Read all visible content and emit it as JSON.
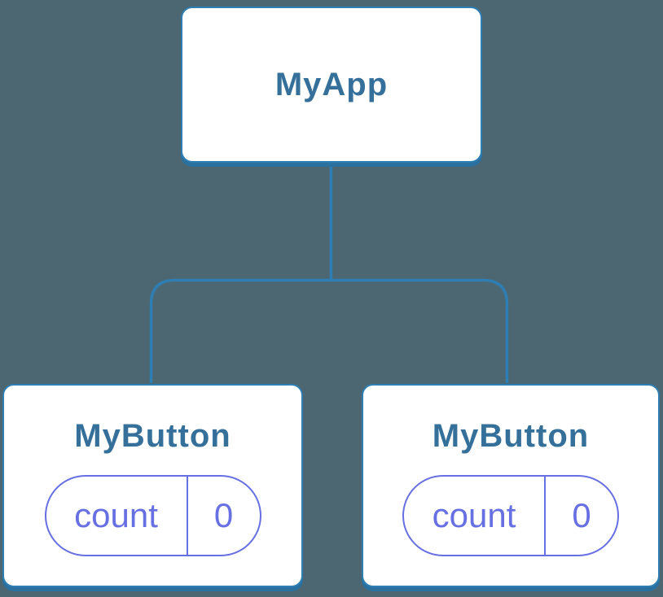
{
  "diagram": {
    "root": {
      "label": "MyApp"
    },
    "children": [
      {
        "label": "MyButton",
        "state": {
          "key": "count",
          "value": "0"
        }
      },
      {
        "label": "MyButton",
        "state": {
          "key": "count",
          "value": "0"
        }
      }
    ]
  },
  "colors": {
    "background": "#4C6772",
    "connector_blue": "#2E7EB3",
    "node_shadow_blue": "#2B719F",
    "node_fill": "#FFFFFF",
    "title_blue": "#35709B",
    "state_purple": "#6770E2"
  }
}
